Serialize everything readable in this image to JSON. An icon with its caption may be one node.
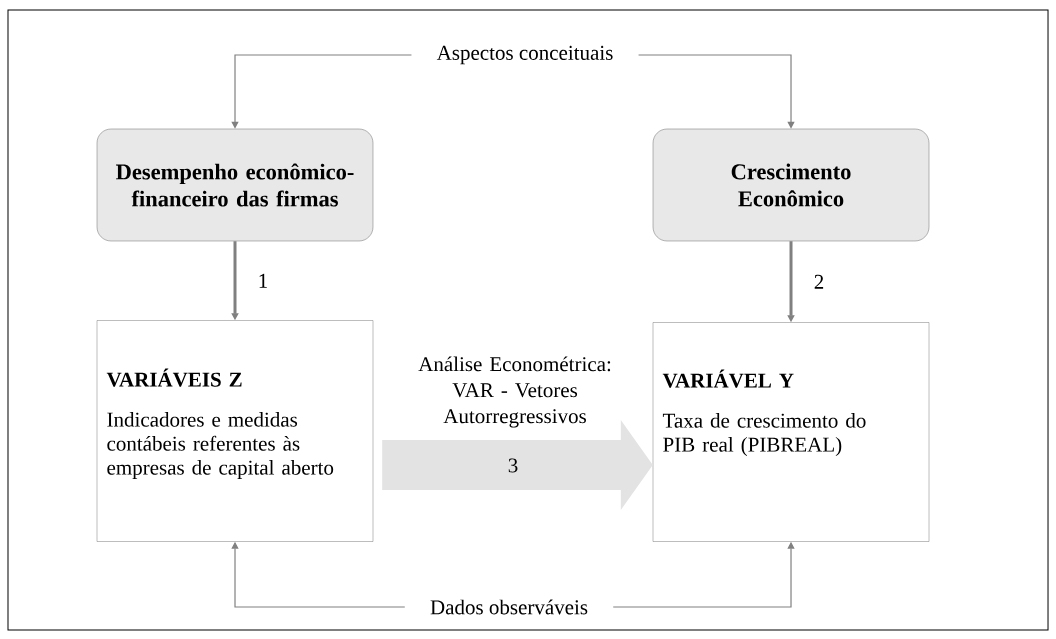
{
  "diagram": {
    "nodes": [
      {
        "text": [
          "Aspectos conceituais"
        ]
      },
      {
        "text": [
          "Desempenho econômico-financeiro das firmas"
        ]
      },
      {
        "text": [
          "Crescimento Econômico"
        ]
      },
      {
        "text": [
          "VARIÁVEIS  Z",
          "Indicadores e medidas contábeis referentes às empresas de capital aberto"
        ]
      },
      {
        "text": [
          "VARIÁVEL  Y",
          "Taxa de crescimento do PIB real (PIBREAL)"
        ]
      },
      {
        "text": [
          "Dados observáveis"
        ]
      }
    ],
    "edges": [
      {
        "from": 0,
        "to": 1,
        "arrow": "to"
      },
      {
        "from": 0,
        "to": 2,
        "arrow": "to"
      },
      {
        "from": 1,
        "to": 3,
        "arrow": "to",
        "label": "1",
        "style": "thick"
      },
      {
        "from": 2,
        "to": 4,
        "arrow": "to",
        "label": "2",
        "style": "thick"
      },
      {
        "from": 3,
        "to": 4,
        "arrow": "to",
        "label": "3",
        "style": "thick",
        "color": "#e3e3e3"
      },
      {
        "from": 5,
        "to": 3,
        "arrow": "to"
      },
      {
        "from": 5,
        "to": 4,
        "arrow": "to"
      }
    ],
    "labels": [
      "Análise Econométrica: VAR - Vetores Autorregressivos"
    ]
  }
}
